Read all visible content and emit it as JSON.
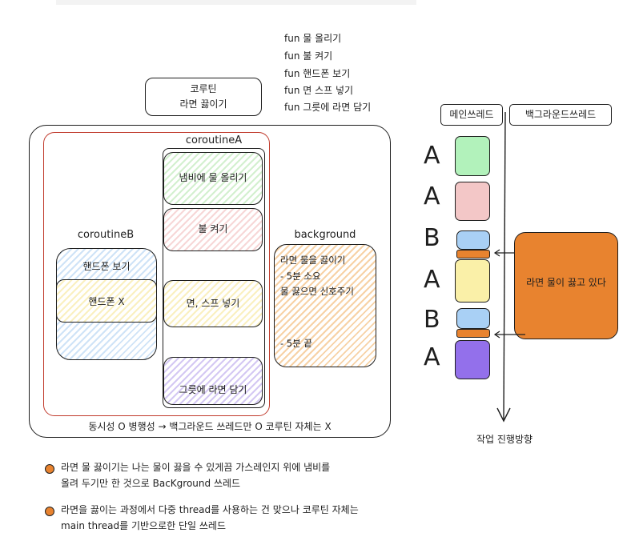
{
  "functions": [
    "fun 물 올리기",
    "fun 불 켜기",
    "fun 핸드폰 보기",
    "fun 면 스프 넣기",
    "fun 그릇에 라면 담기"
  ],
  "coroutine_box": {
    "line1": "코루틴",
    "line2": "라면 끓이기"
  },
  "coroutineA": {
    "label": "coroutineA",
    "tasks": [
      "냄비에 물 올리기",
      "불 켜기",
      "면, 스프 넣기",
      "그릇에 라면 담기"
    ]
  },
  "coroutineB": {
    "label": "coroutineB",
    "tasks": [
      "핸드폰 보기",
      "핸드폰 X"
    ]
  },
  "background": {
    "label": "background",
    "lines": [
      "라면 물을 끓이기",
      "- 5분 소요",
      "물 끓으면 신호주기",
      "- 5분 끝"
    ]
  },
  "summary": "동시성 O 병행성 → 백그라운드 쓰레드만 O 코루틴 자체는 X",
  "threads": {
    "main_label": "메인쓰레드",
    "background_label": "백그라운드쓰레드",
    "sequence": [
      "A",
      "A",
      "B",
      "A",
      "B",
      "A"
    ],
    "axis_label": "작업 진행방향",
    "background_task": "라면 물이 끓고 있다"
  },
  "notes": [
    {
      "line1": "라면 물 끓이기는 나는 물이 끓을 수 있게끔 가스레인지 위에 냄비를",
      "line2": "올려 두기만 한 것으로 BacKground 쓰레드"
    },
    {
      "line1": "라면을 끓이는 과정에서 다중 thread를 사용하는 건 맞으나 코루틴 자체는",
      "line2": "main thread를 기반으로한 단일 쓰레드"
    }
  ],
  "colors": {
    "green": "#b2f2bb",
    "pink": "#f3c7c7",
    "yellow": "#faf0a8",
    "purple": "#9370eb",
    "blue": "#a9d0f5",
    "orange": "#e8832f",
    "red_border": "#c0392b"
  }
}
